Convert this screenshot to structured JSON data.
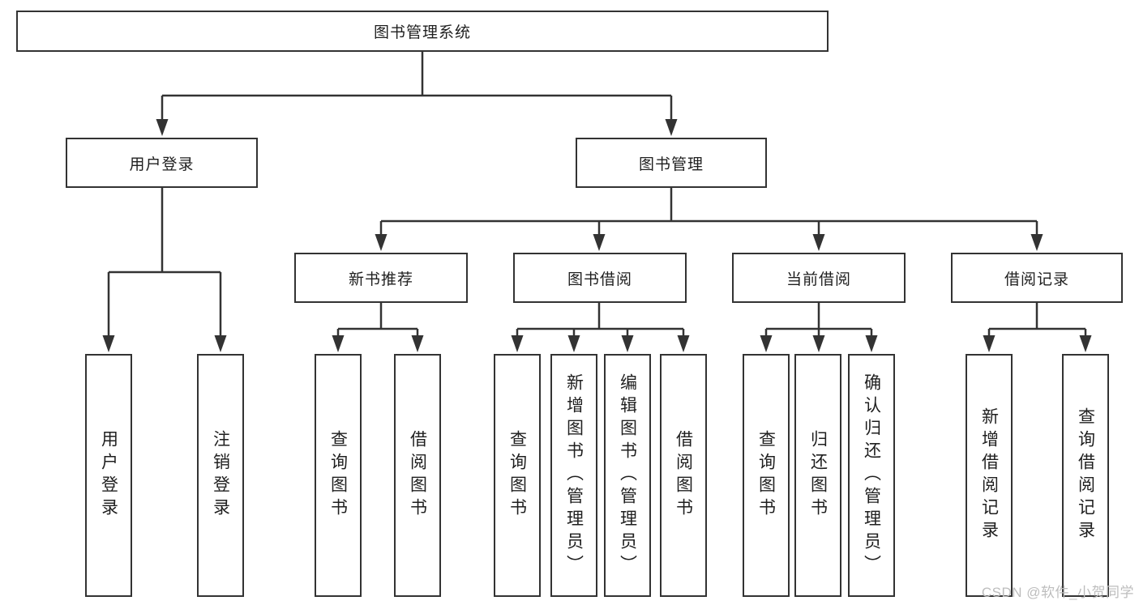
{
  "diagram": {
    "type": "tree",
    "line_color": "#333333",
    "box_background": "#ffffff",
    "text_color": "#1f1f1f",
    "root": {
      "label": "图书管理系统",
      "children": [
        {
          "label": "用户登录",
          "children": [
            {
              "label": "用户登录"
            },
            {
              "label": "注销登录"
            }
          ]
        },
        {
          "label": "图书管理",
          "children": [
            {
              "label": "新书推荐",
              "children": [
                {
                  "label": "查询图书"
                },
                {
                  "label": "借阅图书"
                }
              ]
            },
            {
              "label": "图书借阅",
              "children": [
                {
                  "label": "查询图书"
                },
                {
                  "label": "新增图书（管理员）"
                },
                {
                  "label": "编辑图书（管理员）"
                },
                {
                  "label": "借阅图书"
                }
              ]
            },
            {
              "label": "当前借阅",
              "children": [
                {
                  "label": "查询图书"
                },
                {
                  "label": "归还图书"
                },
                {
                  "label": "确认归还（管理员）"
                }
              ]
            },
            {
              "label": "借阅记录",
              "children": [
                {
                  "label": "新增借阅记录"
                },
                {
                  "label": "查询借阅记录"
                }
              ]
            }
          ]
        }
      ]
    }
  },
  "watermark": "CSDN @软件_小贺同学"
}
